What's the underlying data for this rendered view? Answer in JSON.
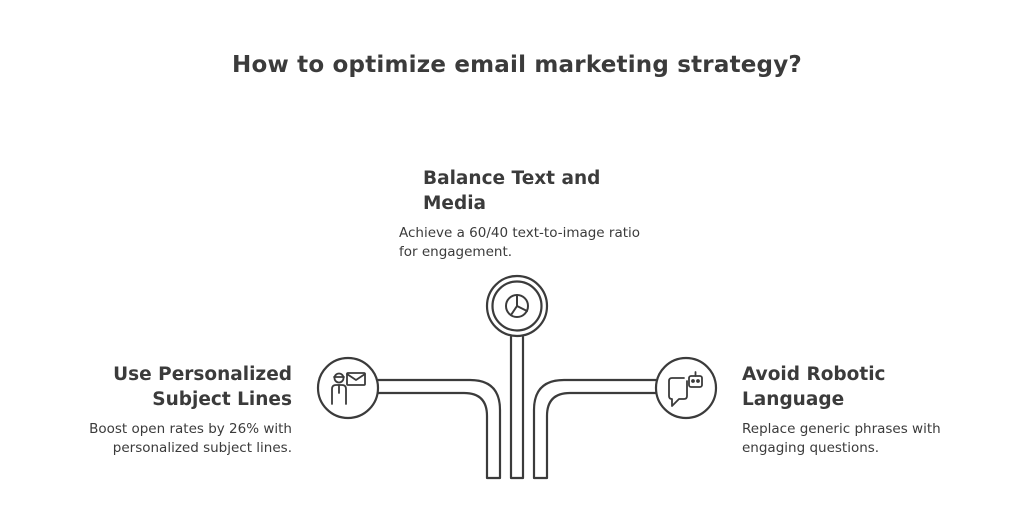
{
  "title": "How to optimize email marketing strategy?",
  "nodes": {
    "center": {
      "heading": "Balance Text and Media",
      "description": "Achieve a 60/40 text-to-image ratio for engagement.",
      "icon": "pie-chart-icon"
    },
    "left": {
      "heading": "Use Personalized Subject Lines",
      "description": "Boost open rates by 26% with personalized subject lines.",
      "icon": "person-email-icon"
    },
    "right": {
      "heading": "Avoid Robotic Language",
      "description": "Replace generic phrases with engaging questions.",
      "icon": "robot-chat-icon"
    }
  },
  "colors": {
    "stroke": "#3b3b3b",
    "background": "#ffffff"
  }
}
